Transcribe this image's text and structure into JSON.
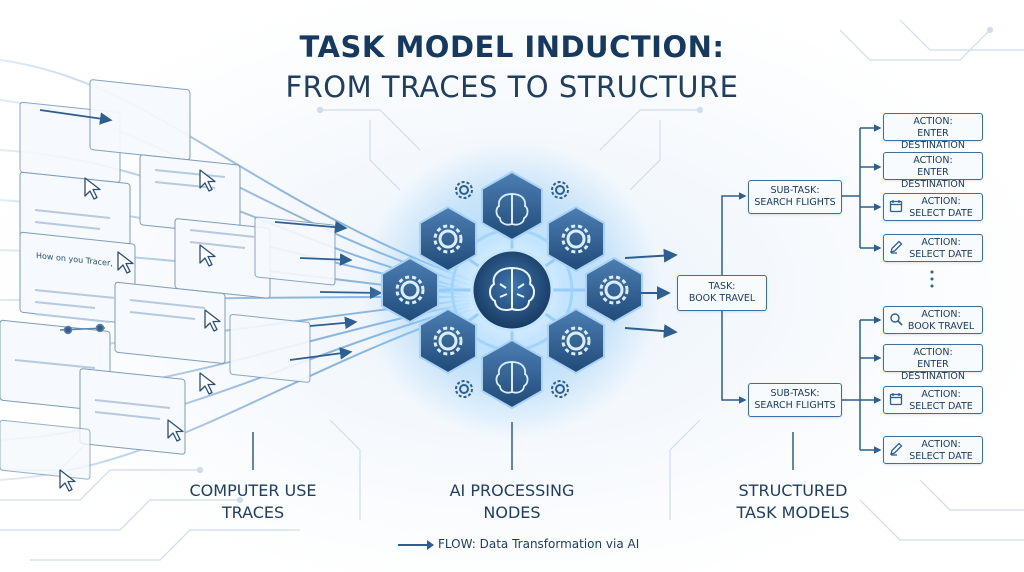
{
  "title": {
    "line1": "TASK MODEL INDUCTION:",
    "line2": "FROM TRACES TO STRUCTURE"
  },
  "captions": {
    "left": [
      "COMPUTER USE",
      "TRACES"
    ],
    "middle": [
      "AI PROCESSING",
      "NODES"
    ],
    "right": [
      "STRUCTURED",
      "TASK MODELS"
    ]
  },
  "footer": "FLOW: Data Transformation via AI",
  "screen_text": "How on you Tracer,",
  "tree": {
    "root": {
      "line1": "TASK:",
      "line2": "BOOK TRAVEL"
    },
    "subtasks": [
      {
        "line1": "SUB-TASK:",
        "line2": "SEARCH FLIGHTS",
        "actions": [
          {
            "line1": "ACTION:",
            "line2": "ENTER DESTINATION",
            "icon": ""
          },
          {
            "line1": "ACTION:",
            "line2": "ENTER DESTINATION",
            "icon": ""
          },
          {
            "line1": "ACTION:",
            "line2": "SELECT DATE",
            "icon": "calendar-icon"
          },
          {
            "line1": "ACTION:",
            "line2": "SELECT DATE",
            "icon": "pencil-icon"
          }
        ]
      },
      {
        "line1": "SUB-TASK:",
        "line2": "SEARCH FLIGHTS",
        "actions": [
          {
            "line1": "ACTION:",
            "line2": "BOOK TRAVEL",
            "icon": "search-icon"
          },
          {
            "line1": "ACTION:",
            "line2": "ENTER DESTINATION",
            "icon": ""
          },
          {
            "line1": "ACTION:",
            "line2": "SELECT DATE",
            "icon": "calendar-icon"
          },
          {
            "line1": "ACTION:",
            "line2": "SELECT DATE",
            "icon": "pencil-icon"
          }
        ]
      }
    ]
  },
  "colors": {
    "navy": "#163a5f",
    "accent": "#2d6fb0",
    "glow": "#7fc2f5",
    "node": "#2f5c8f"
  }
}
